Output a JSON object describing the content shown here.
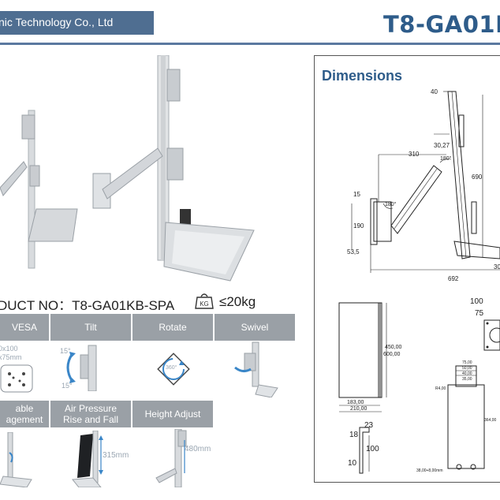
{
  "header": {
    "company": "nic Technology Co., Ltd",
    "model": "T8-GA01I"
  },
  "product": {
    "label": "DUCT NO：T8-GA01KB-SPA",
    "weight_icon": "KG",
    "weight": "≤20kg"
  },
  "features": {
    "row1": [
      {
        "label": "VESA",
        "detail1": "0x100",
        "detail2": "x75mm"
      },
      {
        "label": "Tilt",
        "angle_top": "15°",
        "angle_bottom": "15°"
      },
      {
        "label": "Rotate",
        "detail": "360°"
      },
      {
        "label": "Swivel"
      }
    ],
    "row2": [
      {
        "label1": "able",
        "label2": "agement"
      },
      {
        "label1": "Air Pressure",
        "label2": "Rise and Fall",
        "detail": "315mm"
      },
      {
        "label1": "Height Adjust",
        "detail": "480mm"
      }
    ]
  },
  "dimensions": {
    "title": "Dimensions",
    "side": {
      "top": "40",
      "angle_dim": "30,27",
      "angle1": "180°",
      "reach": "310",
      "height": "690",
      "bracket_top": "15",
      "angle2": "180°",
      "bracket_h": "190",
      "bracket_bottom": "53,5",
      "total_w": "692",
      "right_cut": "30"
    },
    "vesa": {
      "outer": "100",
      "inner": "75"
    },
    "panel": {
      "h1": "450,00",
      "h2": "600,00",
      "w1": "183,00",
      "w2": "210,00"
    },
    "clip": {
      "d1": "23",
      "d2": "18",
      "d3": "100",
      "d4": "10"
    },
    "plate": {
      "t1": "75,00",
      "t2": "50,00",
      "t3": "40,00",
      "t4": "35,00",
      "left": "R4,00",
      "right": "364,00",
      "bottom": "38,00+8,00mm"
    }
  }
}
